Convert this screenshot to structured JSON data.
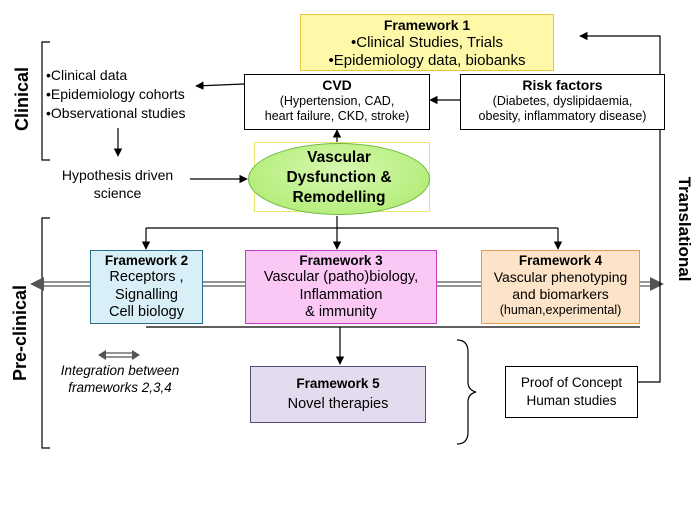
{
  "sides": {
    "clinical": "Clinical",
    "preclinical": "Pre-clinical",
    "translational": "Translational"
  },
  "framework1": {
    "title": "Framework 1",
    "line1": "•Clinical Studies, Trials",
    "line2": "•Epidemiology data, biobanks"
  },
  "cvd": {
    "title": "CVD",
    "line1": "(Hypertension, CAD,",
    "line2": "heart failure, CKD, stroke)"
  },
  "risk": {
    "title": "Risk factors",
    "line1": "(Diabetes, dyslipidaemia,",
    "line2": "obesity, inflammatory disease)"
  },
  "clinical_list": [
    "•Clinical data",
    "•Epidemiology cohorts",
    "•Observational studies"
  ],
  "hypothesis": {
    "line1": "Hypothesis driven",
    "line2": "science"
  },
  "center": {
    "line1": "Vascular",
    "line2": "Dysfunction &",
    "line3": "Remodelling"
  },
  "framework2": {
    "title": "Framework 2",
    "line1": "Receptors ,",
    "line2": "Signalling",
    "line3": "Cell biology"
  },
  "framework3": {
    "title": "Framework 3",
    "line1": "Vascular (patho)biology,",
    "line2": "Inflammation",
    "line3": "& immunity"
  },
  "framework4": {
    "title": "Framework 4",
    "line1": "Vascular phenotyping",
    "line2": "and biomarkers",
    "line3": "(human,experimental)"
  },
  "integration": {
    "line1": "Integration between",
    "line2": "frameworks 2,3,4"
  },
  "framework5": {
    "title": "Framework 5",
    "line1": "Novel therapies"
  },
  "proof": {
    "line1": "Proof of Concept",
    "line2": "Human studies"
  },
  "colors": {
    "framework1_fill": "#fdf9a8",
    "framework1_border": "#e8c440",
    "center_fill": "#b7ee7e",
    "center_border": "#6ab83a",
    "framework2_fill": "#d9eff7",
    "framework2_border": "#2a6f8a",
    "framework3_fill": "#fbc7f5",
    "framework3_border": "#c43cc4",
    "framework4_fill": "#fde3c8",
    "framework4_border": "#e59b54",
    "framework5_fill": "#e3dcee",
    "framework5_border": "#5a4a7a"
  }
}
